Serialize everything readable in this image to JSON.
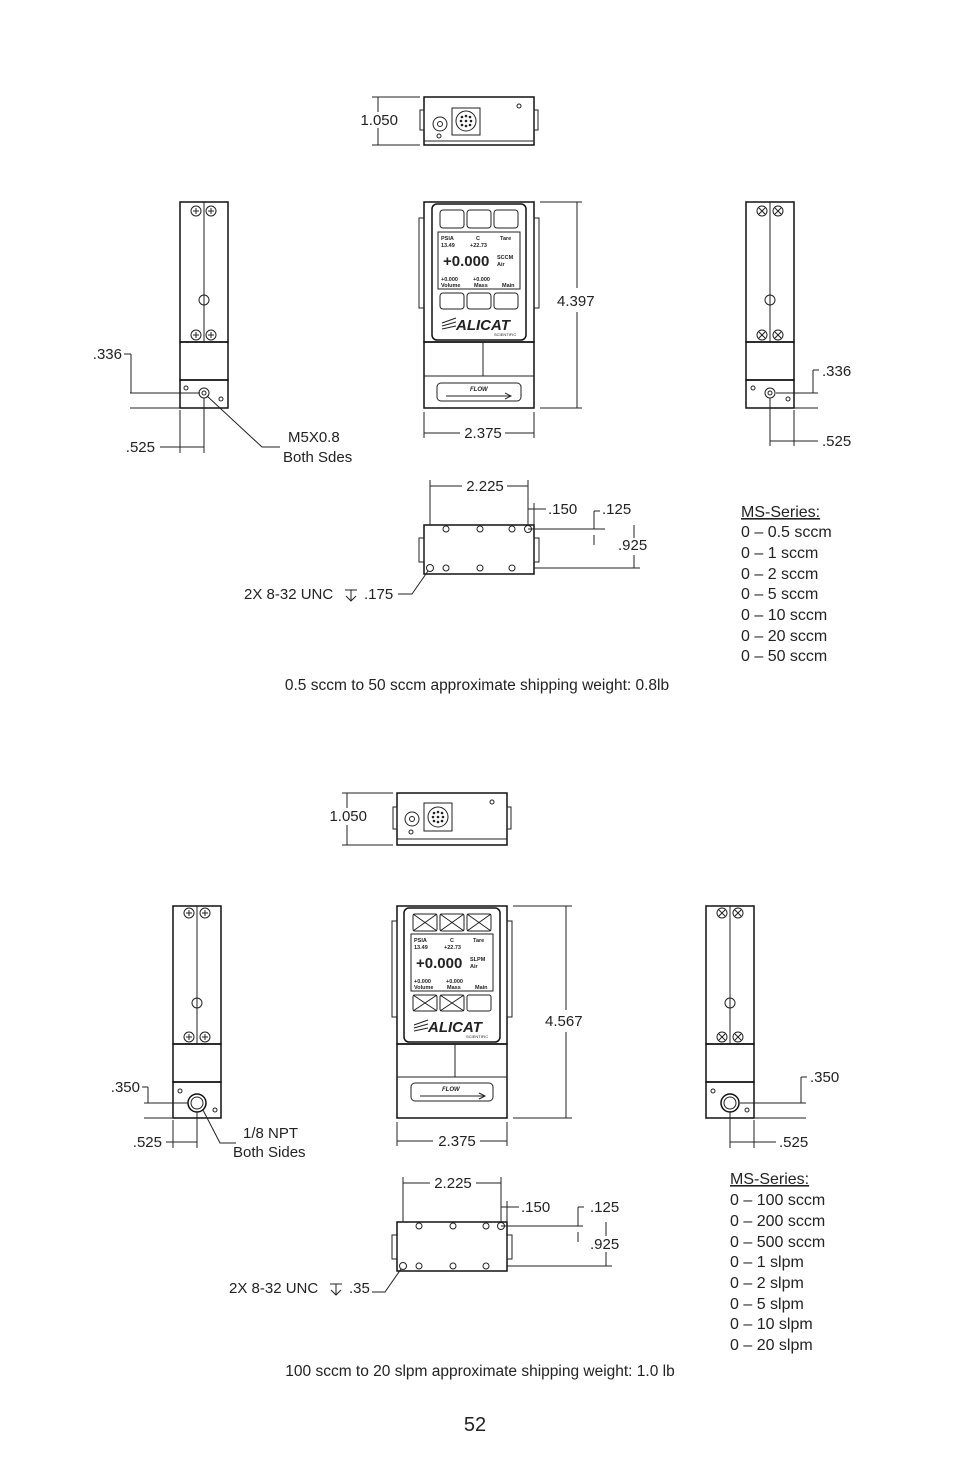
{
  "top": {
    "dims": {
      "height_top": "1.050",
      "height_front": "4.397",
      "width_front": "2.375",
      "left_port_height": ".336",
      "left_port_offset": ".525",
      "right_port_height": ".336",
      "right_port_offset": ".525",
      "bottom_span": "2.225",
      "bottom_hole_offset": ".150",
      "bottom_edge_offset": ".125",
      "bottom_depth": ".925"
    },
    "port_label_line1": "M5X0.8",
    "port_label_line2": "Both Sdes",
    "mount_label": "2X 8-32 UNC",
    "mount_depth": ".175",
    "series_title": "MS-Series:",
    "series_items": [
      "0 – 0.5 sccm",
      "0 – 1 sccm",
      "0 – 2 sccm",
      "0 – 5 sccm",
      "0 – 10 sccm",
      "0 – 20 sccm",
      "0 – 50 sccm"
    ],
    "weight_note": "0.5 sccm to 50 sccm approximate shipping weight: 0.8lb",
    "lcd": {
      "r1a": "PSIA",
      "r1b": "C",
      "r1c": "Tare",
      "r2a": "13.49",
      "r2b": "+22.73",
      "big": "+0.000",
      "unit1": "SCCM",
      "unit2": "Air",
      "r4a": "+0.000",
      "r4b": "+0.000",
      "r5a": "Volume",
      "r5b": "Mass",
      "r5c": "Main"
    }
  },
  "bottom": {
    "dims": {
      "height_top": "1.050",
      "height_front": "4.567",
      "width_front": "2.375",
      "left_port_height": ".350",
      "left_port_offset": ".525",
      "right_port_height": ".350",
      "right_port_offset": ".525",
      "bottom_span": "2.225",
      "bottom_hole_offset": ".150",
      "bottom_edge_offset": ".125",
      "bottom_depth": ".925"
    },
    "port_label_line1": "1/8 NPT",
    "port_label_line2": "Both Sides",
    "mount_label": "2X 8-32 UNC",
    "mount_depth": ".35",
    "series_title": "MS-Series:",
    "series_items": [
      "0 – 100 sccm",
      "0 – 200 sccm",
      "0 – 500 sccm",
      "0 – 1 slpm",
      "0 – 2 slpm",
      "0 – 5 slpm",
      "0 – 10 slpm",
      "0 – 20 slpm"
    ],
    "weight_note": "100 sccm to 20 slpm approximate shipping weight: 1.0 lb",
    "lcd": {
      "r1a": "PSIA",
      "r1b": "C",
      "r1c": "Tare",
      "r2a": "13.49",
      "r2b": "+22.73",
      "big": "+0.000",
      "unit1": "SLPM",
      "unit2": "Air",
      "r4a": "+0.000",
      "r4b": "+0.000",
      "r5a": "Volume",
      "r5b": "Mass",
      "r5c": "Main"
    }
  },
  "device": {
    "logo": "ALICAT",
    "logo_sub": "SCIENTIFIC",
    "flow_label": "FLOW"
  },
  "page_number": "52"
}
